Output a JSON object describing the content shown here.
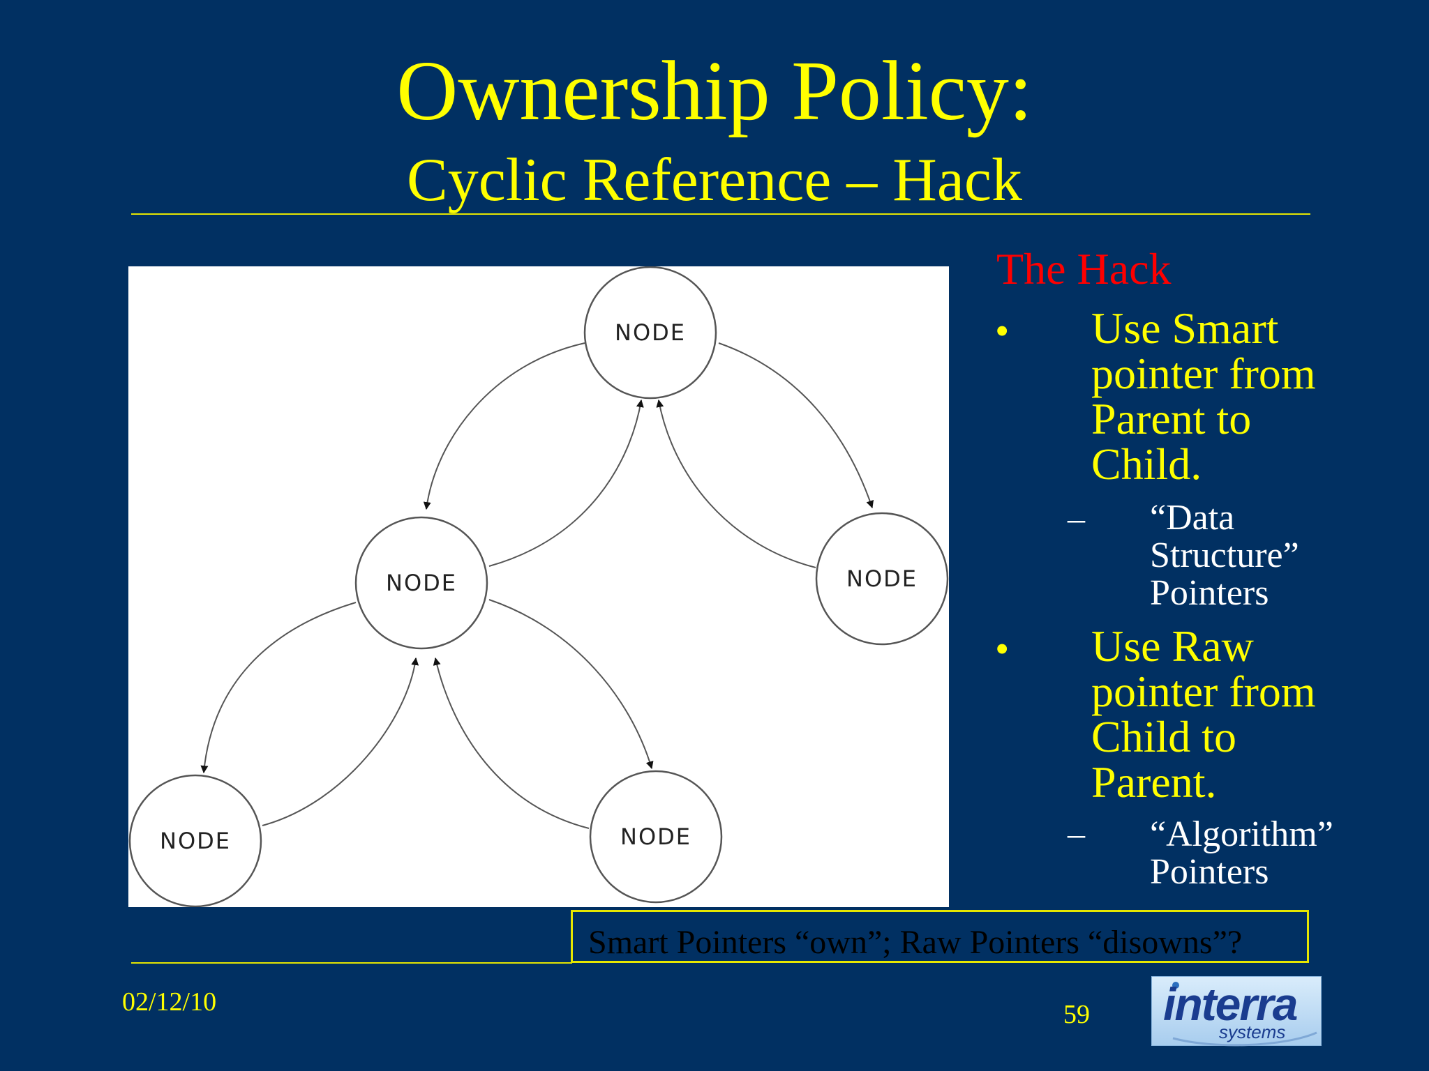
{
  "title": "Ownership Policy:",
  "subtitle": "Cyclic Reference – Hack",
  "diagram": {
    "node_label": "NODE",
    "nodes": [
      {
        "id": "root",
        "label": "NODE"
      },
      {
        "id": "mid-left",
        "label": "NODE"
      },
      {
        "id": "right",
        "label": "NODE"
      },
      {
        "id": "bottom-left",
        "label": "NODE"
      },
      {
        "id": "bottom-mid",
        "label": "NODE"
      }
    ]
  },
  "hack": {
    "heading": "The Hack",
    "bullets": [
      {
        "mark": "•",
        "lines": [
          "Use Smart",
          "pointer from",
          "Parent to",
          "Child."
        ],
        "sub": {
          "mark": "–",
          "lines": [
            "“Data",
            "Structure”",
            "Pointers"
          ]
        }
      },
      {
        "mark": "•",
        "lines": [
          "Use Raw",
          "pointer from",
          "Child to",
          "Parent."
        ],
        "sub": {
          "mark": "–",
          "lines": [
            "“Algorithm”",
            "Pointers"
          ]
        }
      }
    ]
  },
  "callout": "Smart Pointers “own”; Raw Pointers “disowns”?",
  "footer": {
    "date": "02/12/10",
    "page": "59",
    "logo_word": "interra",
    "logo_sub": "systems"
  },
  "colors": {
    "background": "#013062",
    "title": "#ffff00",
    "heading": "#ff0000",
    "subtext": "#ffffff"
  }
}
